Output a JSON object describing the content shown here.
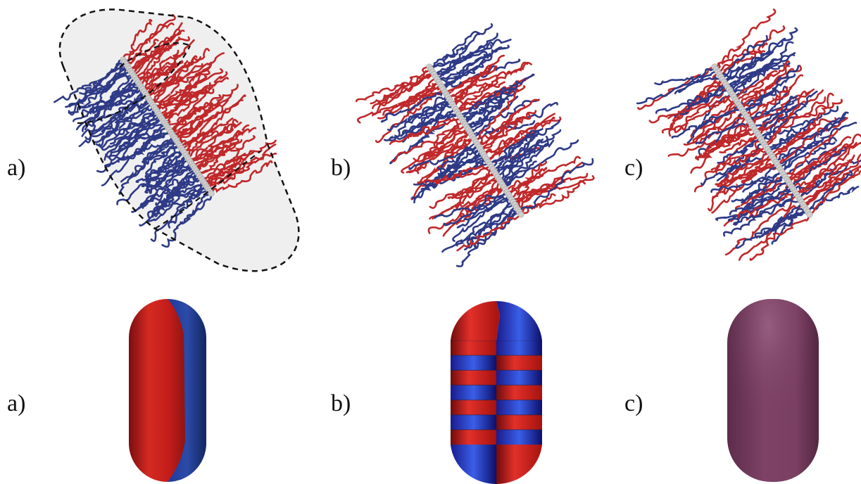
{
  "labels": {
    "top_a": "a)",
    "top_b": "b)",
    "top_c": "c)",
    "bottom_a": "a)",
    "bottom_b": "b)",
    "bottom_c": "c)"
  },
  "colors": {
    "red": "#c0282a",
    "blue": "#2e3a86",
    "backbone": "#cfcfcf",
    "envelope_fill": "#efefef",
    "capsule_red": "#c8201e",
    "capsule_blue": "#2541a0",
    "capsule_purple": "#7a3f63"
  },
  "icons": {
    "top_a": "janus-bottlebrush-with-capsule-envelope",
    "top_b": "striped-bottlebrush",
    "top_c": "mixed-bottlebrush",
    "bottom_a": "janus-capsule",
    "bottom_b": "striped-capsule",
    "bottom_c": "uniform-capsule"
  }
}
